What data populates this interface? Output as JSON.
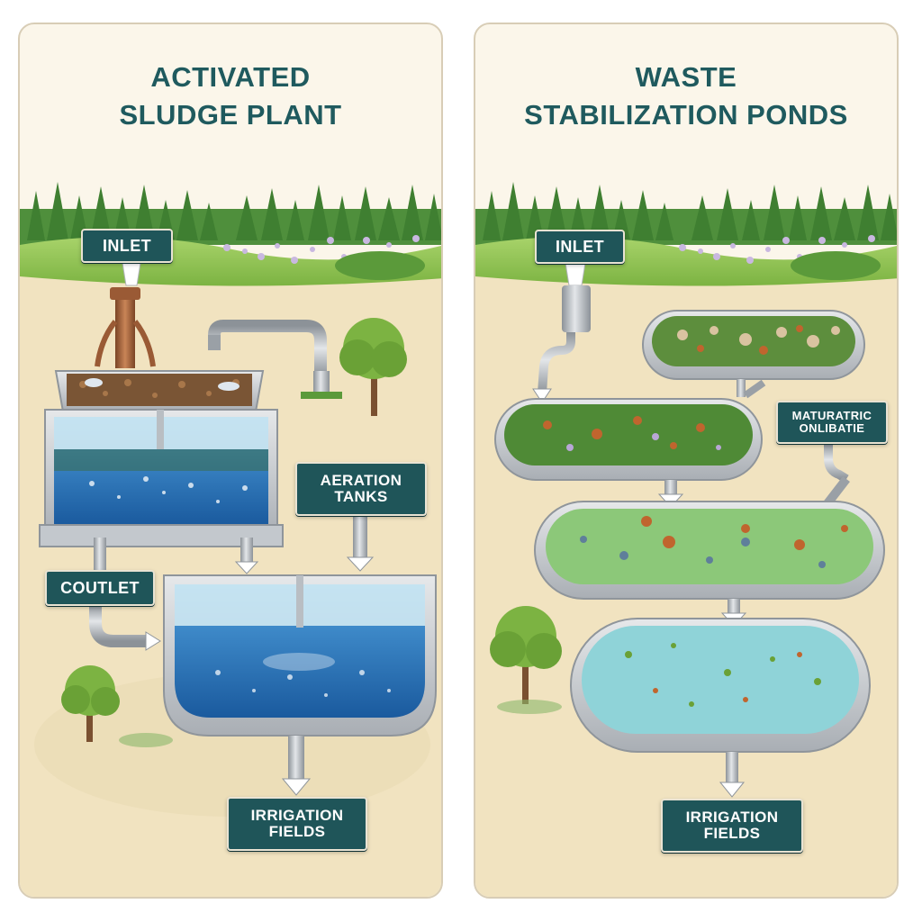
{
  "left_panel": {
    "title_line1": "ACTIVATED",
    "title_line2": "SLUDGE PLANT",
    "labels": {
      "inlet": "INLET",
      "aeration_line1": "AERATION",
      "aeration_line2": "TANKS",
      "outlet": "COUTLET",
      "irrigation_line1": "IRRIGATION",
      "irrigation_line2": "FIELDS"
    }
  },
  "right_panel": {
    "title_line1": "WASTE",
    "title_line2": "STABILIZATION PONDS",
    "labels": {
      "inlet": "INLET",
      "maturation_line1": "MATURATRIC",
      "maturation_line2": "ONLIBATIE",
      "irrigation_line1": "IRRIGATION",
      "irrigation_line2": "FIELDS"
    }
  },
  "colors": {
    "label_bg": "#1f5559",
    "title": "#1f5a5e",
    "grass": "#8cc152",
    "soil": "#f0dfb8",
    "water_blue": "#2f7fc4",
    "pond_green": "#5a9a3e",
    "pond_light_green": "#8cc879",
    "pond_teal": "#8fd3d8",
    "concrete": "#c9cdd2",
    "pipe": "#b7bcc2"
  },
  "icons": [
    "tree-icon",
    "bush-icon",
    "flower-icon",
    "arrow-down-icon",
    "arrow-right-icon"
  ]
}
